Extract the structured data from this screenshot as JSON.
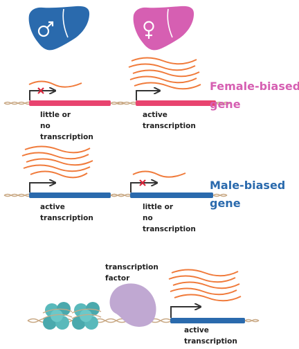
{
  "colors": {
    "male": "#2a6aad",
    "female": "#d65fb2",
    "mrna": "#f07a3a",
    "dna": "#c9a985",
    "arrow": "#333333",
    "block": "#d8253a",
    "nucleosome": "#59b9bb",
    "tf": "#c0a8d2"
  },
  "icons": {
    "male_symbol": "male-symbol-icon",
    "female_symbol": "female-symbol-icon"
  },
  "labels": {
    "female_biased": {
      "line1": "Female-biased",
      "line2": "gene"
    },
    "male_biased": {
      "line1": "Male-biased",
      "line2": "gene"
    },
    "fb_male": {
      "l1": "little or",
      "l2": "no",
      "l3": "transcription"
    },
    "fb_female": {
      "l1": "active",
      "l2": "transcription"
    },
    "mb_male": {
      "l1": "active",
      "l2": "transcription"
    },
    "mb_female": {
      "l1": "little or",
      "l2": "no",
      "l3": "transcription"
    },
    "tf": {
      "l1": "transcription",
      "l2": "factor"
    },
    "bottom": {
      "l1": "active",
      "l2": "transcription"
    }
  }
}
